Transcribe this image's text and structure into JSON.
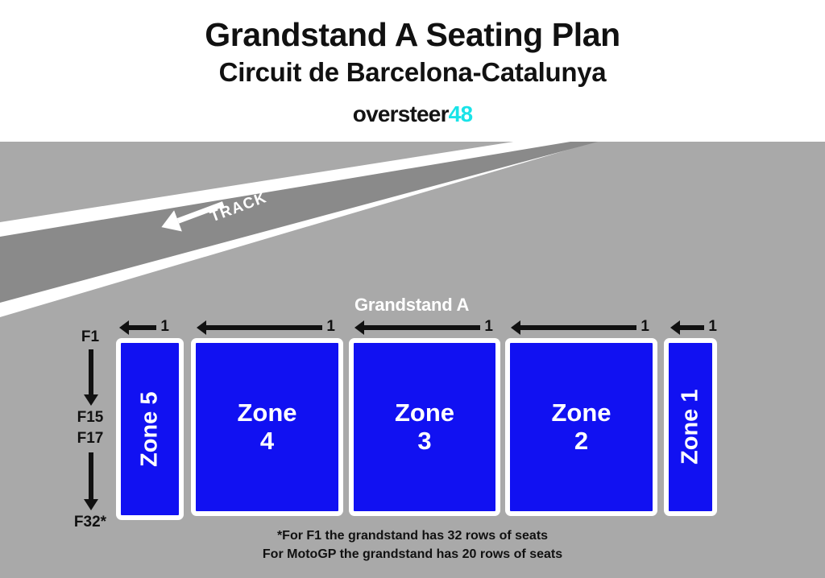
{
  "header": {
    "title_main": "Grandstand A Seating Plan",
    "title_sub": "Circuit de Barcelona-Catalunya",
    "logo_word": "oversteer",
    "logo_number": "48",
    "logo_accent_color": "#19E3E8"
  },
  "map": {
    "background_color": "#A9A9A9",
    "track": {
      "label": "TRACK",
      "surface_color": "#8A8A8A",
      "line_color": "#FFFFFF",
      "direction": "left"
    },
    "grandstand_heading": "Grandstand A",
    "zone_fill_color": "#1111F2",
    "zone_border_color": "#FFFFFF",
    "zones": [
      {
        "name": "Zone 5",
        "label_line1": "Zone",
        "label_line2": "5",
        "seat_start": "1",
        "orientation": "vertical"
      },
      {
        "name": "Zone 4",
        "label_line1": "Zone",
        "label_line2": "4",
        "seat_start": "1",
        "orientation": "horizontal"
      },
      {
        "name": "Zone 3",
        "label_line1": "Zone",
        "label_line2": "3",
        "seat_start": "1",
        "orientation": "horizontal"
      },
      {
        "name": "Zone 2",
        "label_line1": "Zone",
        "label_line2": "2",
        "seat_start": "1",
        "orientation": "horizontal"
      },
      {
        "name": "Zone 1",
        "label_line1": "Zone",
        "label_line2": "1",
        "seat_start": "1",
        "orientation": "vertical"
      }
    ],
    "row_labels": {
      "top": "F1",
      "mid_upper": "F15",
      "mid_lower": "F17",
      "bottom": "F32*"
    },
    "footnotes": [
      "*For F1 the grandstand has 32 rows of seats",
      "For MotoGP the grandstand has 20 rows of seats"
    ]
  }
}
